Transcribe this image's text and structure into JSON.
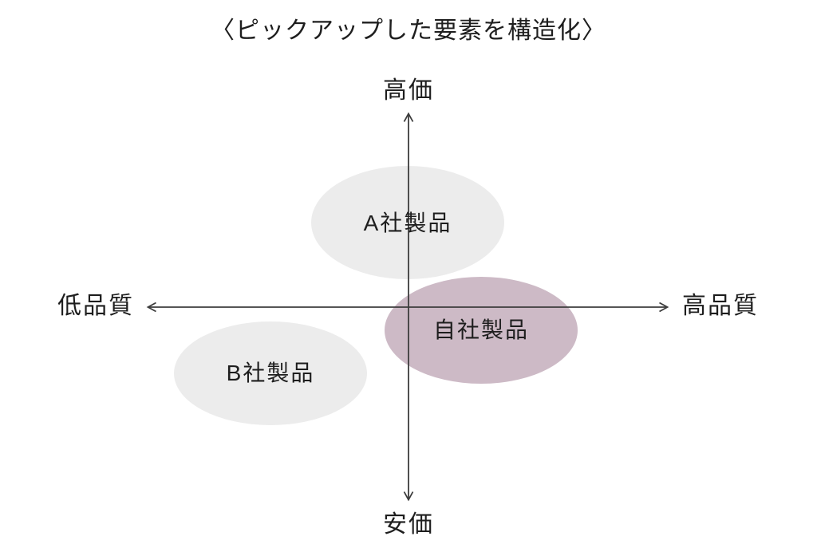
{
  "title": "〈ピックアップした要素を構造化〉",
  "axes": {
    "top_label": "高価",
    "bottom_label": "安価",
    "left_label": "低品質",
    "right_label": "高品質"
  },
  "ellipses": [
    {
      "label": "A社製品",
      "type": "competitor"
    },
    {
      "label": "B社製品",
      "type": "competitor"
    },
    {
      "label": "自社製品",
      "type": "own"
    }
  ],
  "colors": {
    "competitor_ellipse": "#ececec",
    "own_ellipse": "#cdbac6",
    "axis_line": "#3d3d3d",
    "text": "#1e1e1e",
    "background": "#ffffff"
  }
}
